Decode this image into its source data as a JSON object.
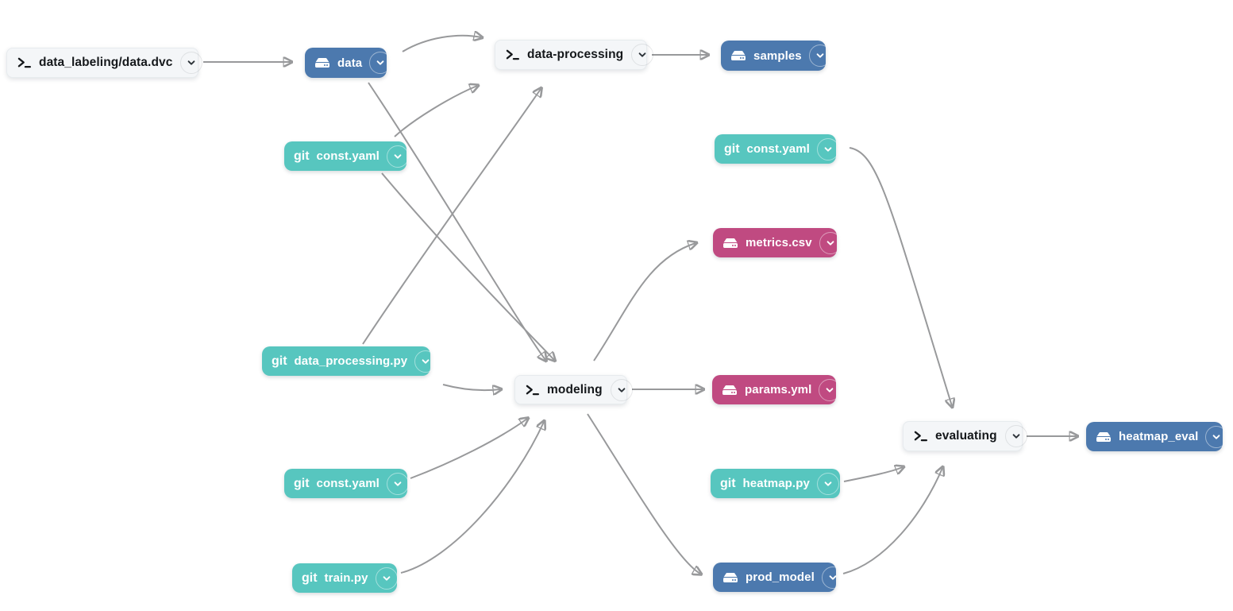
{
  "git_badge": "git",
  "colors": {
    "stage_bg": "#f4f6f8",
    "stage_text": "#15181b",
    "dependency_blue": "#4c79ae",
    "git_teal": "#57c6bf",
    "metric_pink": "#c04a81",
    "edge_gray": "#98999b",
    "background": "#ffffff"
  },
  "nodes": {
    "data_dvc": {
      "label": "data_labeling/data.dvc",
      "type": "stage"
    },
    "data": {
      "label": "data",
      "type": "storage-blue"
    },
    "data_processing": {
      "label": "data-processing",
      "type": "stage"
    },
    "samples": {
      "label": "samples",
      "type": "storage-blue"
    },
    "const_yaml_top": {
      "label": "const.yaml",
      "type": "git"
    },
    "const_yaml_right": {
      "label": "const.yaml",
      "type": "git"
    },
    "metrics_csv": {
      "label": "metrics.csv",
      "type": "storage-pink"
    },
    "data_processing_py": {
      "label": "data_processing.py",
      "type": "git"
    },
    "modeling": {
      "label": "modeling",
      "type": "stage"
    },
    "params_yml": {
      "label": "params.yml",
      "type": "storage-pink"
    },
    "const_yaml_mid": {
      "label": "const.yaml",
      "type": "git"
    },
    "heatmap_py": {
      "label": "heatmap.py",
      "type": "git"
    },
    "train_py": {
      "label": "train.py",
      "type": "git"
    },
    "prod_model": {
      "label": "prod_model",
      "type": "storage-blue"
    },
    "evaluating": {
      "label": "evaluating",
      "type": "stage"
    },
    "heatmap_eval": {
      "label": "heatmap_eval",
      "type": "storage-blue"
    }
  },
  "edges": [
    {
      "from": "data_labeling/data.dvc",
      "to": "data"
    },
    {
      "from": "data",
      "to": "data-processing"
    },
    {
      "from": "data",
      "to": "modeling"
    },
    {
      "from": "const.yaml (top)",
      "to": "data-processing"
    },
    {
      "from": "const.yaml (top)",
      "to": "modeling"
    },
    {
      "from": "data-processing",
      "to": "samples"
    },
    {
      "from": "data_processing.py",
      "to": "data-processing"
    },
    {
      "from": "data_processing.py",
      "to": "modeling"
    },
    {
      "from": "const.yaml (middle)",
      "to": "modeling"
    },
    {
      "from": "train.py",
      "to": "modeling"
    },
    {
      "from": "modeling",
      "to": "metrics.csv"
    },
    {
      "from": "modeling",
      "to": "params.yml"
    },
    {
      "from": "modeling",
      "to": "prod_model"
    },
    {
      "from": "const.yaml (right)",
      "to": "evaluating"
    },
    {
      "from": "heatmap.py",
      "to": "evaluating"
    },
    {
      "from": "prod_model",
      "to": "evaluating"
    },
    {
      "from": "evaluating",
      "to": "heatmap_eval"
    }
  ]
}
